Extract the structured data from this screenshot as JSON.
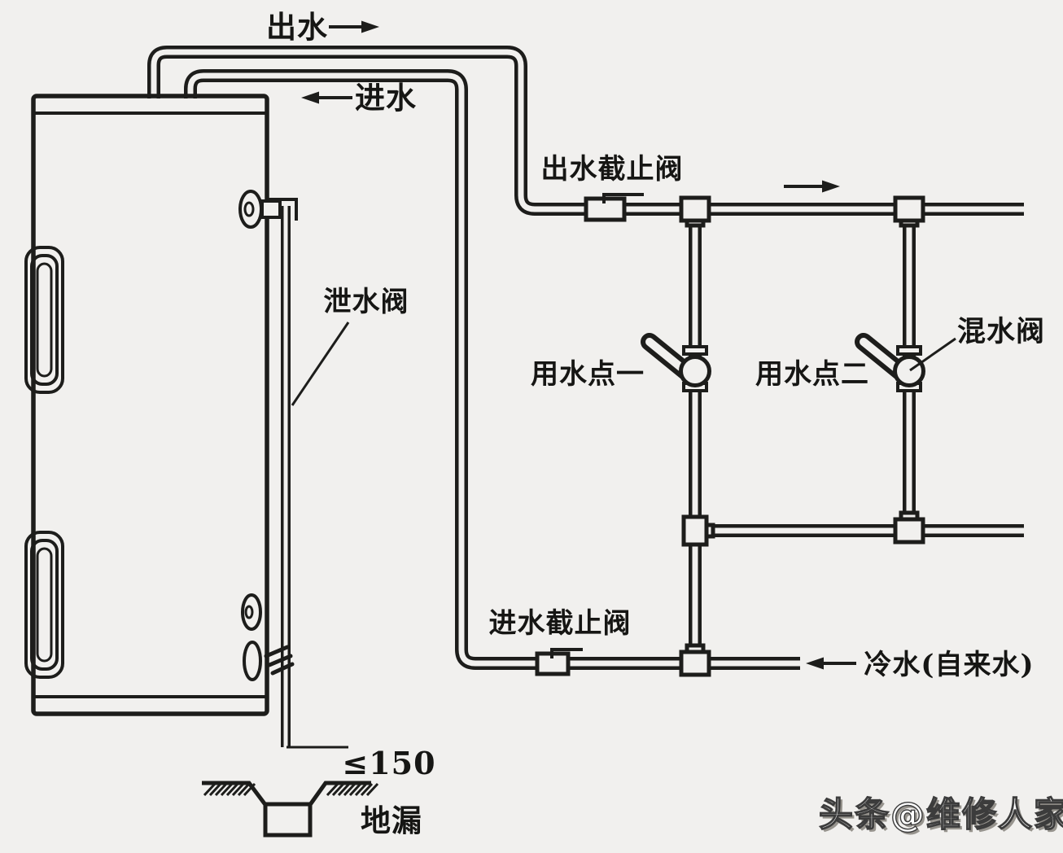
{
  "canvas": {
    "background": "#f1f0ee",
    "line_color": "#1d1d1b"
  },
  "labels": {
    "hot_water_out": "出水",
    "cold_water_in": "进水",
    "outlet_stop_valve": "出水截止阀",
    "drain_valve": "泄水阀",
    "water_use_point_1": "用水点一",
    "water_use_point_2": "用水点二",
    "mixing_valve": "混水阀",
    "inlet_stop_valve": "进水截止阀",
    "cold_water_source": "冷水(自来水)",
    "drain_gap_dimension": "≤150",
    "floor_drain": "地漏"
  },
  "watermark": {
    "text": "头条@维修人家"
  }
}
